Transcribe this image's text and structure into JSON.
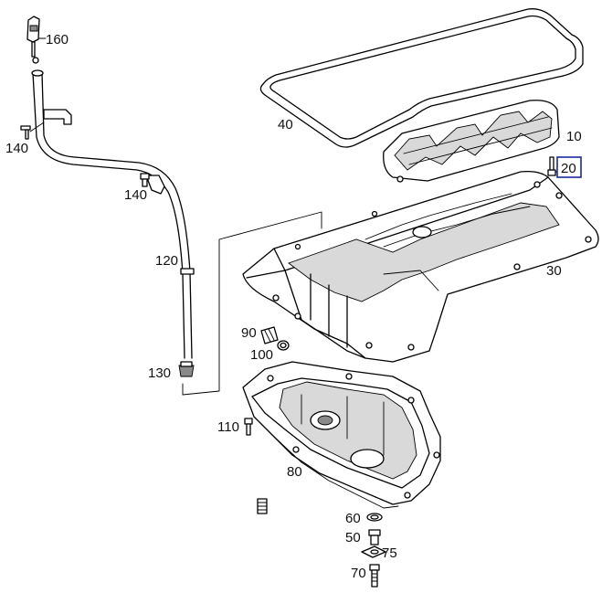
{
  "parts": {
    "p10": "10",
    "p20": "20",
    "p30": "30",
    "p40": "40",
    "p50": "50",
    "p60": "60",
    "p70": "70",
    "p75": "75",
    "p80": "80",
    "p90": "90",
    "p100": "100",
    "p110": "110",
    "p120": "120",
    "p130": "130",
    "p140a": "140",
    "p140b": "140",
    "p160": "160"
  },
  "highlight": {
    "part": "20",
    "color": "#1a2a9c"
  }
}
